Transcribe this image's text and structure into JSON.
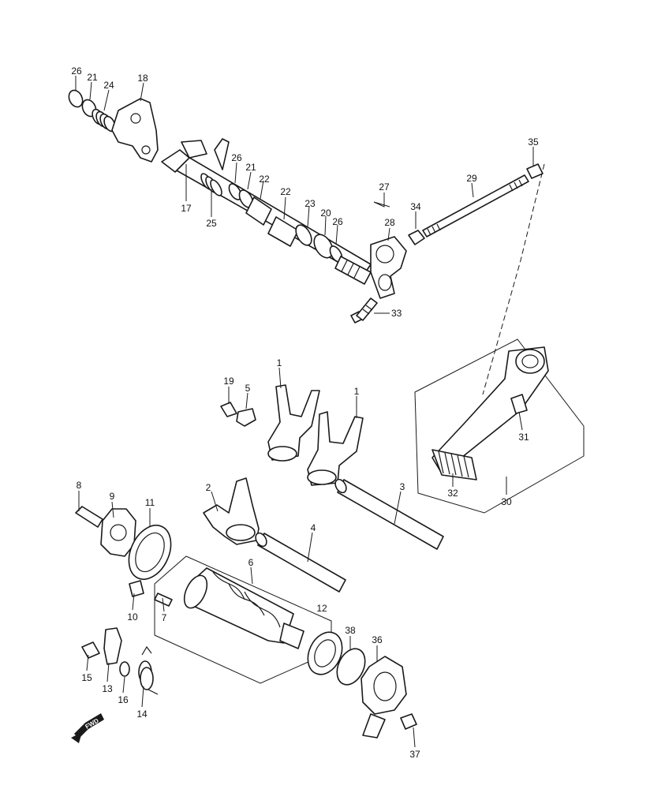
{
  "callouts": [
    {
      "id": "c26a",
      "label": "26"
    },
    {
      "id": "c21a",
      "label": "21"
    },
    {
      "id": "c24",
      "label": "24"
    },
    {
      "id": "c18",
      "label": "18"
    },
    {
      "id": "c17",
      "label": "17"
    },
    {
      "id": "c25",
      "label": "25"
    },
    {
      "id": "c26b",
      "label": "26"
    },
    {
      "id": "c21b",
      "label": "21"
    },
    {
      "id": "c22a",
      "label": "22"
    },
    {
      "id": "c22b",
      "label": "22"
    },
    {
      "id": "c23",
      "label": "23"
    },
    {
      "id": "c20",
      "label": "20"
    },
    {
      "id": "c26c",
      "label": "26"
    },
    {
      "id": "c27",
      "label": "27"
    },
    {
      "id": "c28",
      "label": "28"
    },
    {
      "id": "c34",
      "label": "34"
    },
    {
      "id": "c29",
      "label": "29"
    },
    {
      "id": "c35",
      "label": "35"
    },
    {
      "id": "c33",
      "label": "33"
    },
    {
      "id": "c1a",
      "label": "1"
    },
    {
      "id": "c1b",
      "label": "1"
    },
    {
      "id": "c19",
      "label": "19"
    },
    {
      "id": "c5",
      "label": "5"
    },
    {
      "id": "c31",
      "label": "31"
    },
    {
      "id": "c32",
      "label": "32"
    },
    {
      "id": "c30",
      "label": "30"
    },
    {
      "id": "c2",
      "label": "2"
    },
    {
      "id": "c3",
      "label": "3"
    },
    {
      "id": "c4",
      "label": "4"
    },
    {
      "id": "c8",
      "label": "8"
    },
    {
      "id": "c9",
      "label": "9"
    },
    {
      "id": "c11",
      "label": "11"
    },
    {
      "id": "c6",
      "label": "6"
    },
    {
      "id": "c10",
      "label": "10"
    },
    {
      "id": "c7",
      "label": "7"
    },
    {
      "id": "c12",
      "label": "12"
    },
    {
      "id": "c38",
      "label": "38"
    },
    {
      "id": "c36",
      "label": "36"
    },
    {
      "id": "c15",
      "label": "15"
    },
    {
      "id": "c13",
      "label": "13"
    },
    {
      "id": "c16",
      "label": "16"
    },
    {
      "id": "c14",
      "label": "14"
    },
    {
      "id": "c37",
      "label": "37"
    }
  ],
  "fwd_label": "FWD"
}
